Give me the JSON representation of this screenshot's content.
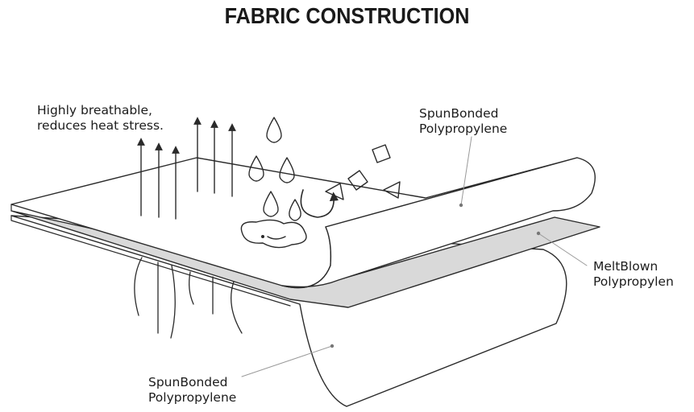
{
  "title": "FABRIC CONSTRUCTION",
  "breathable": {
    "line1": "Highly breathable,",
    "line2": "reduces heat stress."
  },
  "top_layer": {
    "line1": "SpunBonded",
    "line2": "Polypropylene"
  },
  "middle_layer": {
    "line1": "MeltBlown",
    "line2": "Polypropylen"
  },
  "bottom_layer": {
    "line1": "SpunBonded",
    "line2": "Polypropylene"
  }
}
